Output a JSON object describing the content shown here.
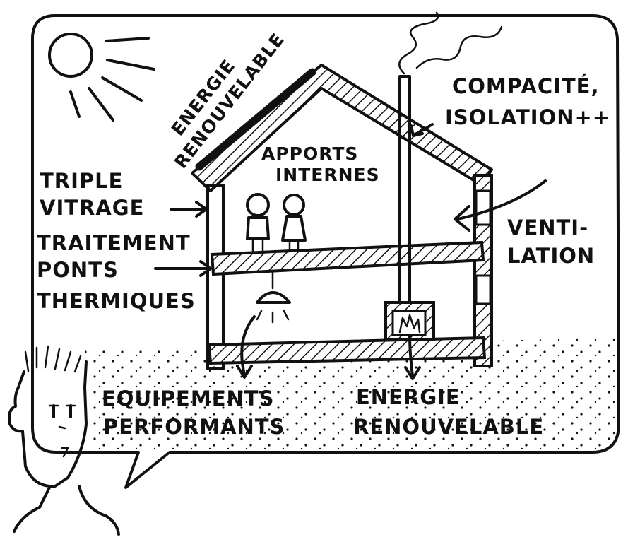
{
  "labels": {
    "roof_renewable_line1": "ENERGIE",
    "roof_renewable_line2": "RENOUVELABLE",
    "internal_gains_line1": "APPORTS",
    "internal_gains_line2": "INTERNES",
    "compactness_line1": "COMPACITÉ,",
    "compactness_line2": "ISOLATION++",
    "triple_glazing_line1": "TRIPLE",
    "triple_glazing_line2": "VITRAGE",
    "thermal_bridges_line1": "TRAITEMENT",
    "thermal_bridges_line2": "PONTS",
    "thermal_bridges_line3": "THERMIQUES",
    "ventilation_line1": "VENTI-",
    "ventilation_line2": "LATION",
    "equipment_line1": "EQUIPEMENTS",
    "equipment_line2": "PERFORMANTS",
    "ground_renewable_line1": "ENERGIE",
    "ground_renewable_line2": "RENOUVELABLE"
  },
  "icons": [
    "sun-icon",
    "house-icon",
    "person-icon",
    "lamp-icon",
    "stove-icon",
    "chimney-smoke-icon",
    "narrator-face-icon"
  ],
  "colors": {
    "ink": "#111111",
    "paper": "#ffffff"
  }
}
